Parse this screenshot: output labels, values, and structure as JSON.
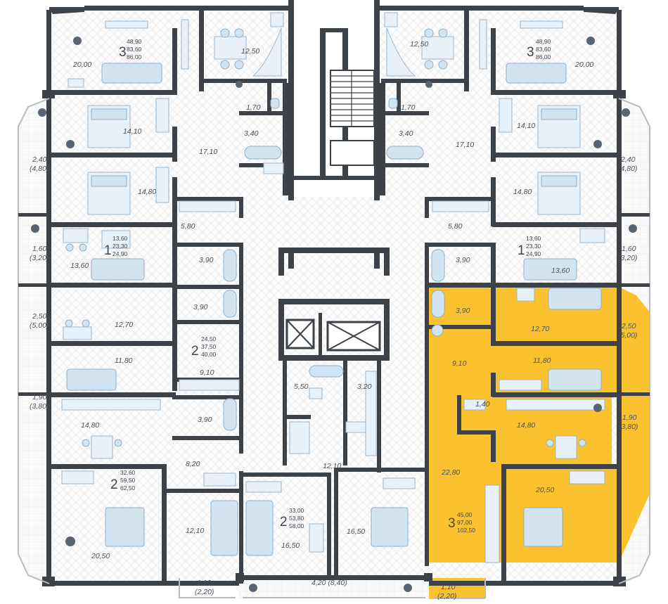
{
  "colors": {
    "highlight": "#f9c22e",
    "wall": "#3d4249",
    "floor": "#fafafa",
    "furniture": "#d3e4f1",
    "text": "#4d5158"
  },
  "apartments": [
    {
      "id": "apt-3-top-left",
      "rooms": "3",
      "areas": [
        "48,90",
        "83,60",
        "86,00"
      ]
    },
    {
      "id": "apt-3-top-right",
      "rooms": "3",
      "areas": [
        "48,90",
        "83,60",
        "86,00"
      ]
    },
    {
      "id": "apt-1-left",
      "rooms": "1",
      "areas": [
        "13,60",
        "23,30",
        "24,90"
      ]
    },
    {
      "id": "apt-1-right",
      "rooms": "1",
      "areas": [
        "13,60",
        "23,30",
        "24,90"
      ]
    },
    {
      "id": "apt-2-left-mid",
      "rooms": "2",
      "areas": [
        "24,50",
        "37,50",
        "40,00"
      ]
    },
    {
      "id": "apt-2-left-bottom",
      "rooms": "2",
      "areas": [
        "32,60",
        "59,50",
        "62,50"
      ]
    },
    {
      "id": "apt-2-bottom-center",
      "rooms": "2",
      "areas": [
        "33,00",
        "53,80",
        "58,00"
      ]
    },
    {
      "id": "apt-3-highlighted",
      "rooms": "3",
      "areas": [
        "45,00",
        "97,00",
        "102,50"
      ]
    }
  ],
  "room_labels": {
    "l_20_00": "20,00",
    "l_12_50": "12,50",
    "l_1_70": "1,70",
    "l_3_40": "3,40",
    "l_17_10": "17,10",
    "l_14_10": "14,10",
    "l_2_40": "2,40",
    "l_4_80": "(4,80)",
    "l_14_80": "14,80",
    "l_5_80": "5,80",
    "l_1_60": "1,60",
    "l_3_20": "(3,20)",
    "l_13_60": "13,60",
    "l_3_90a": "3,90",
    "l_3_90b": "3,90",
    "l_2_50": "2,50",
    "l_5_00": "(5,00)",
    "l_12_70": "12,70",
    "l_11_80": "11,80",
    "l_9_10": "9,10",
    "l_1_90": "1,90",
    "l_3_80": "(3,80)",
    "l_3_90c": "3,90",
    "l_8_20": "8,20",
    "l_12_10": "12,10",
    "l_20_50": "20,50",
    "l_1_10": "1,10",
    "l_2_20": "(2,20)",
    "r_12_50": "12,50",
    "r_20_00": "20,00",
    "r_1_70": "1,70",
    "r_3_40": "3,40",
    "r_17_10": "17,10",
    "r_14_10": "14,10",
    "r_2_40": "2,40",
    "r_4_80": "(4,80)",
    "r_14_80": "14,80",
    "r_5_80": "5,80",
    "r_3_90": "3,90",
    "r_1_60": "1,60",
    "r_3_20": "(3,20)",
    "r_13_60": "13,60",
    "r_3_90b": "3,90",
    "r_12_70": "12,70",
    "r_2_50": "2,50",
    "r_5_00": "(5,00)",
    "r_9_10": "9,10",
    "r_11_80": "11,80",
    "r_1_40": "1,40",
    "r_1_90": "1,90",
    "r_3_80": "(3,80)",
    "r_22_80": "22,80",
    "r_20_50": "20,50",
    "r_1_10": "1,10",
    "r_2_20": "(2,20)",
    "c_5_50": "5,50",
    "c_3_20": "3,20",
    "c_12_10": "12,10",
    "c_16_50a": "16,50",
    "c_16_50b": "16,50",
    "c_4_20": "4,20 (8,40)"
  }
}
